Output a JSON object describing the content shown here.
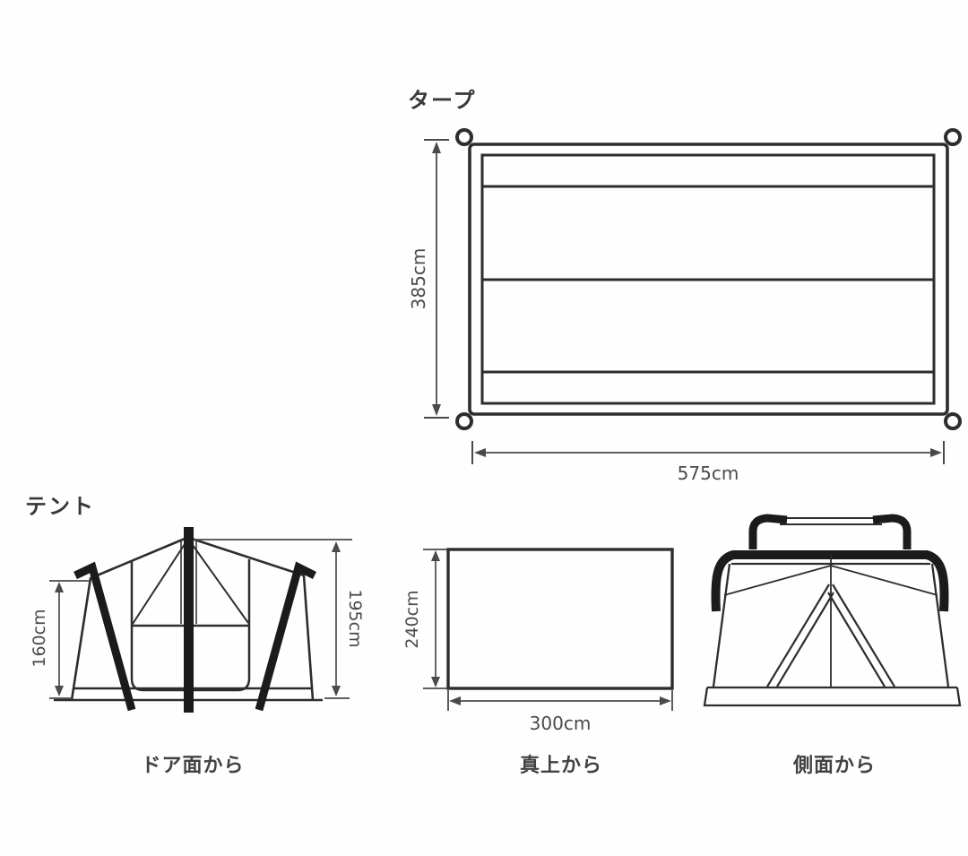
{
  "page": {
    "background": "#fefefe",
    "line_color": "#2d2d2d",
    "pole_color": "#1b1b1b",
    "text_color": "#3f3f3f"
  },
  "tarp": {
    "title": "タープ",
    "height_label": "385cm",
    "width_label": "575cm"
  },
  "tent": {
    "title": "テント",
    "front_view": {
      "caption": "ドア面から",
      "side_height_label": "160cm",
      "peak_height_label": "195cm"
    },
    "top_view": {
      "caption": "真上から",
      "depth_label": "240cm",
      "width_label": "300cm"
    },
    "side_view": {
      "caption": "側面から"
    }
  }
}
